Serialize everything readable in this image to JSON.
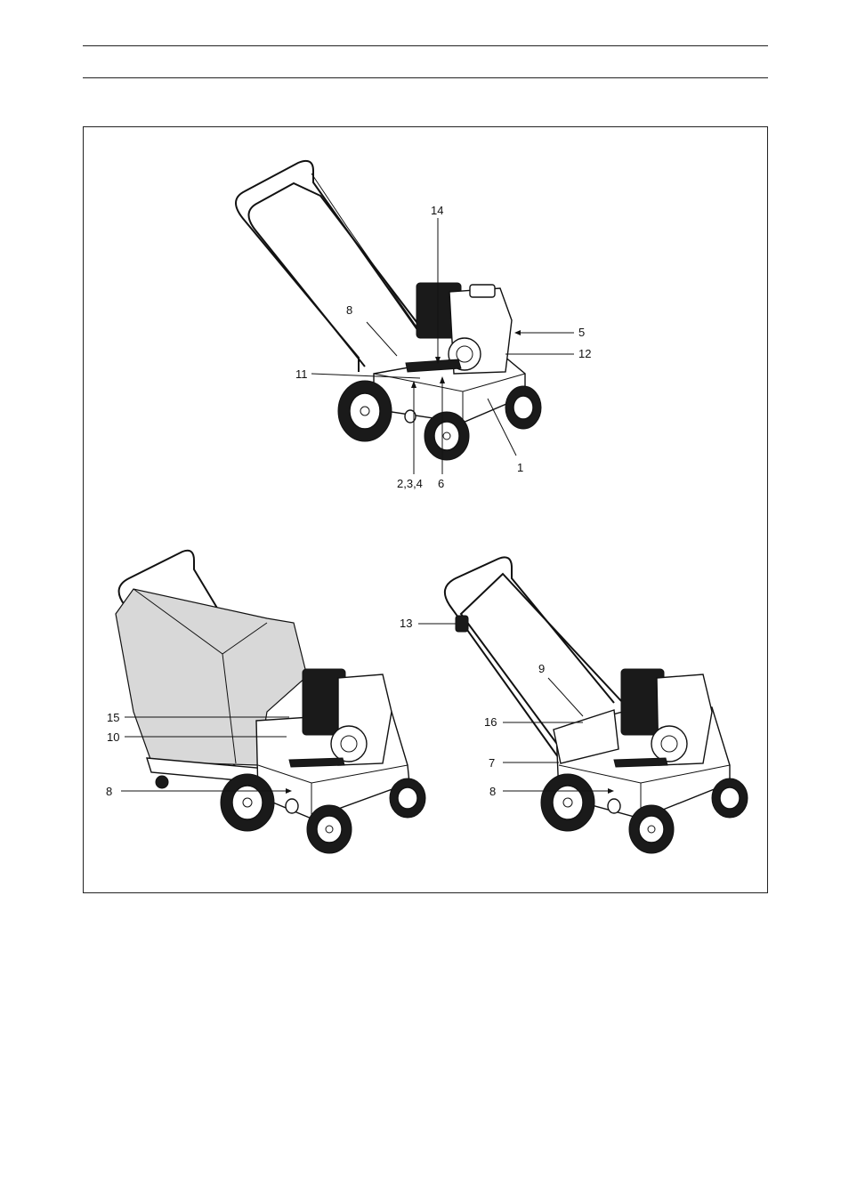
{
  "figure": {
    "top_machine": {
      "labels": [
        "14",
        "8",
        "5",
        "11",
        "12",
        "1",
        "2,3,4",
        "6"
      ]
    },
    "left_machine": {
      "labels": [
        "15",
        "10",
        "8"
      ]
    },
    "right_machine": {
      "labels": [
        "13",
        "9",
        "16",
        "7",
        "8"
      ]
    }
  }
}
